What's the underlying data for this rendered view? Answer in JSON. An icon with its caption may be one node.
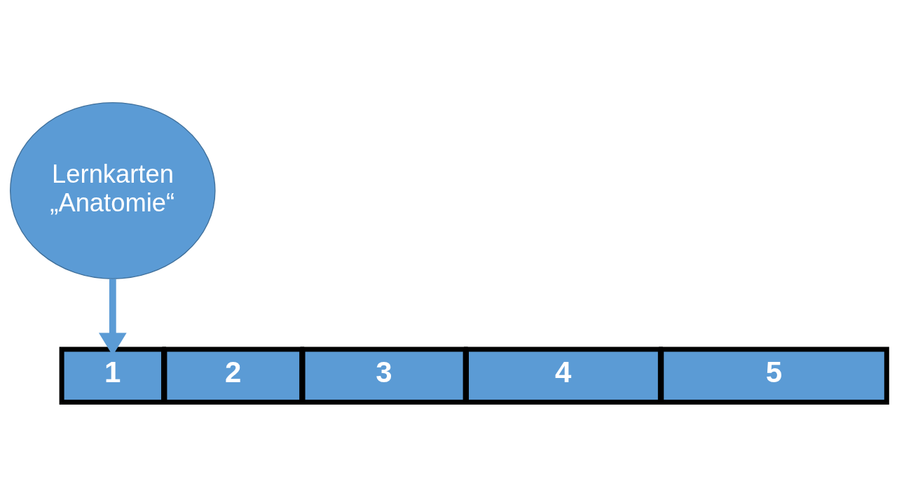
{
  "diagram": {
    "nodes": [
      {
        "text": [
          "Lernkarten „Anatomie“"
        ]
      },
      {
        "text": [
          "1"
        ]
      },
      {
        "text": [
          "2"
        ]
      },
      {
        "text": [
          "3"
        ]
      },
      {
        "text": [
          "4"
        ]
      },
      {
        "text": [
          "5"
        ]
      }
    ],
    "edges": [
      {
        "from": 0,
        "to": 1,
        "arrow": "to"
      }
    ]
  }
}
